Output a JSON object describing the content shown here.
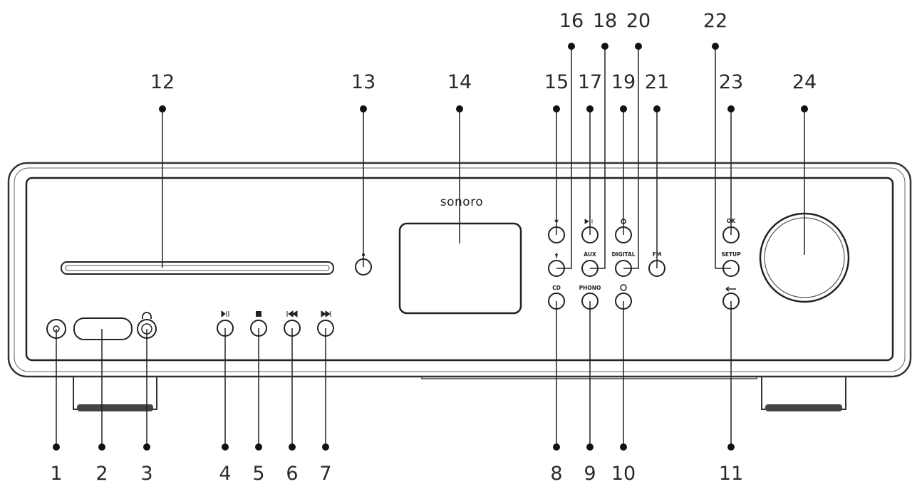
{
  "brand": "sonoro",
  "button_labels": {
    "aux": "AUX",
    "digital": "DIGITAL",
    "phono": "PHONO",
    "fm": "FM",
    "ok": "OK",
    "setup": "SETUP",
    "cd": "CD"
  },
  "callouts": {
    "c1": "1",
    "c2": "2",
    "c3": "3",
    "c4": "4",
    "c5": "5",
    "c6": "6",
    "c7": "7",
    "c8": "8",
    "c9": "9",
    "c10": "10",
    "c11": "11",
    "c12": "12",
    "c13": "13",
    "c14": "14",
    "c15": "15",
    "c16": "16",
    "c17": "17",
    "c18": "18",
    "c19": "19",
    "c20": "20",
    "c21": "21",
    "c22": "22",
    "c23": "23",
    "c24": "24"
  }
}
